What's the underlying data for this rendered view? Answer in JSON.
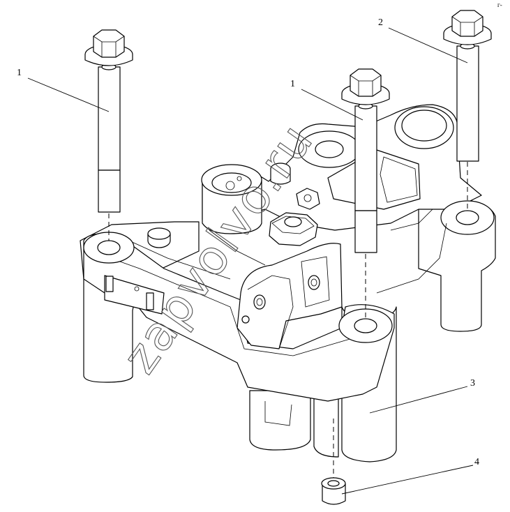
{
  "callouts": [
    {
      "id": "bolt-left",
      "label": "1"
    },
    {
      "id": "bolt-center",
      "label": "1"
    },
    {
      "id": "bolt-right",
      "label": "2"
    },
    {
      "id": "housing",
      "label": "3"
    },
    {
      "id": "dowel",
      "label": "4"
    }
  ],
  "watermark": "zapvolvo.ru",
  "corner_mark": "г-"
}
